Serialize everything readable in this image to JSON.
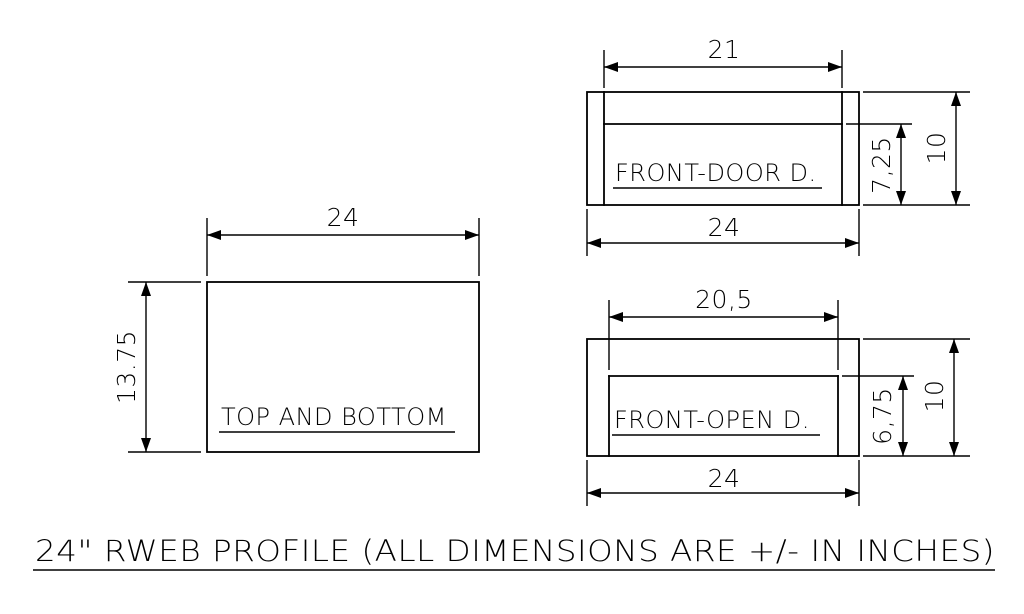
{
  "title": "24\" RWEB PROFILE (ALL DIMENSIONS ARE +/- IN INCHES)",
  "views": {
    "top_bottom": {
      "label": "TOP AND BOTTOM",
      "width_dim": "24",
      "height_dim": "13.75"
    },
    "front_door": {
      "label": "FRONT-DOOR D.",
      "inner_width_dim": "21",
      "outer_width_dim": "24",
      "inner_height_dim": "7,25",
      "outer_height_dim": "10"
    },
    "front_open": {
      "label": "FRONT-OPEN D.",
      "inner_width_dim": "20,5",
      "outer_width_dim": "24",
      "inner_height_dim": "6,75",
      "outer_height_dim": "10"
    }
  },
  "colors": {
    "line": "#000000",
    "background": "#ffffff"
  }
}
